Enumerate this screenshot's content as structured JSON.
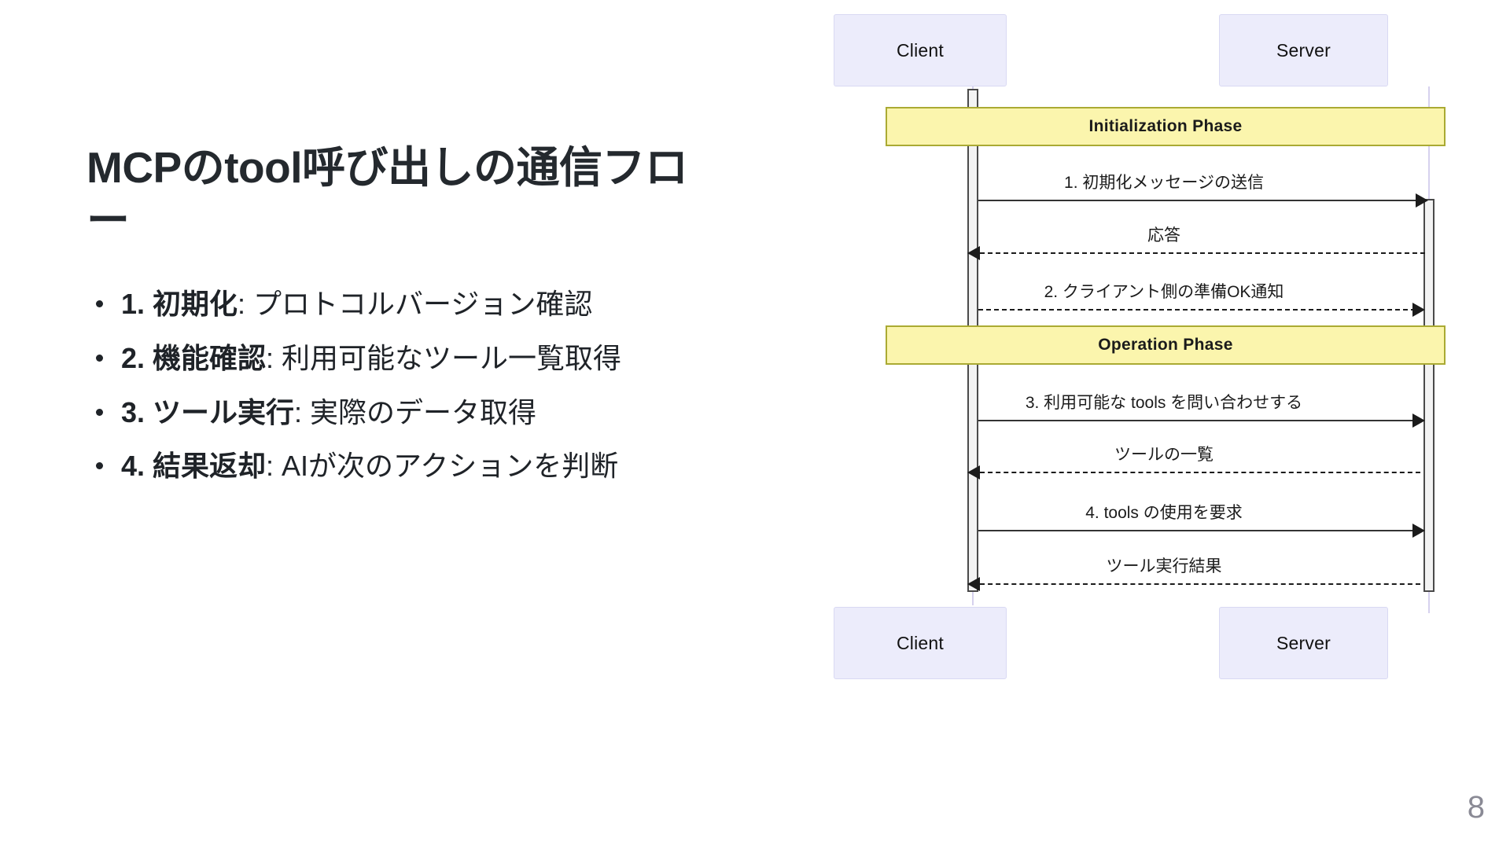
{
  "slide": {
    "title": "MCPのtool呼び出しの通信フロー",
    "page_number": "8"
  },
  "bullets": [
    {
      "label": "1. 初期化",
      "sep": ": ",
      "text": "プロトコルバージョン確認"
    },
    {
      "label": "2. 機能確認",
      "sep": ": ",
      "text": "利用可能なツール一覧取得"
    },
    {
      "label": "3. ツール実行",
      "sep": ": ",
      "text": "実際のデータ取得"
    },
    {
      "label": "4. 結果返却",
      "sep": ": ",
      "text": "AIが次のアクションを判断"
    }
  ],
  "diagram": {
    "type": "sequence",
    "participants_top": [
      {
        "name": "Client"
      },
      {
        "name": "Server"
      }
    ],
    "participants_bottom": [
      {
        "name": "Client"
      },
      {
        "name": "Server"
      }
    ],
    "phases": [
      {
        "name": "Initialization Phase"
      },
      {
        "name": "Operation Phase"
      }
    ],
    "messages": [
      {
        "label": "1. 初期化メッセージの送信",
        "from": "Client",
        "to": "Server",
        "style": "solid",
        "direction": "right"
      },
      {
        "label": "応答",
        "from": "Server",
        "to": "Client",
        "style": "dashed",
        "direction": "left"
      },
      {
        "label": "2. クライアント側の準備OK通知",
        "from": "Client",
        "to": "Server",
        "style": "dashed",
        "direction": "right"
      },
      {
        "label": "3. 利用可能な tools を問い合わせする",
        "from": "Client",
        "to": "Server",
        "style": "solid",
        "direction": "right"
      },
      {
        "label": "ツールの一覧",
        "from": "Server",
        "to": "Client",
        "style": "dashed",
        "direction": "left"
      },
      {
        "label": "4. tools の使用を要求",
        "from": "Client",
        "to": "Server",
        "style": "solid",
        "direction": "right"
      },
      {
        "label": "ツール実行結果",
        "from": "Server",
        "to": "Client",
        "style": "dashed",
        "direction": "left"
      }
    ],
    "colors": {
      "participant_fill": "#ECECFB",
      "phase_fill": "#FBF5AD",
      "phase_border": "#AAAA33",
      "lifeline": "#D6D1EE",
      "activation_fill": "#F3F3F3",
      "activation_border": "#4A4A4A",
      "arrow": "#1B1B1B"
    }
  }
}
